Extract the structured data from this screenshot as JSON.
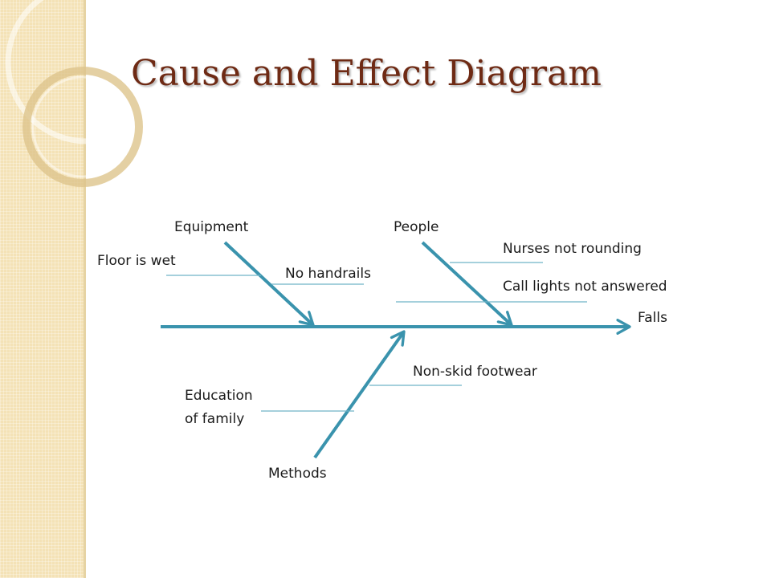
{
  "title": "Cause and Effect Diagram",
  "colors": {
    "title": "#6e2a14",
    "bone": "#3a93ad",
    "rib": "#6fb3c7",
    "band": "#f4e2b6"
  },
  "effect": "Falls",
  "categories": {
    "equipment": "Equipment",
    "people": "People",
    "methods": "Methods"
  },
  "causes": {
    "floor_is_wet": "Floor is wet",
    "no_handrails": "No handrails",
    "nurses_not_rounding": "Nurses not rounding",
    "call_lights_not_answered": "Call lights not answered",
    "non_skid_footwear": "Non-skid footwear",
    "education_line1": "Education",
    "education_line2": "of family"
  }
}
